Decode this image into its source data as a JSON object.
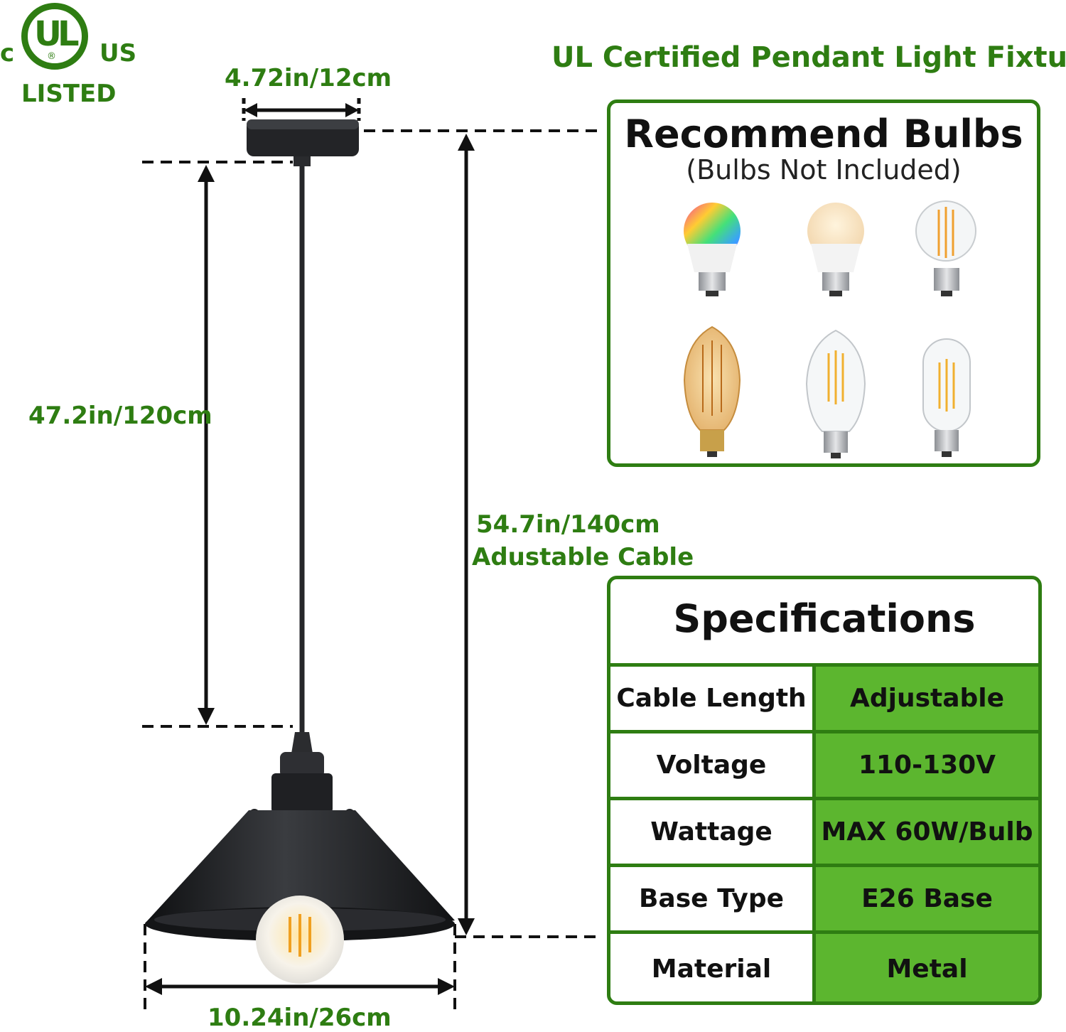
{
  "logo": {
    "left_letter": "c",
    "mark": "UL",
    "right_letters": "US",
    "caption": "LISTED",
    "registered": "®"
  },
  "headline": "UL Certified Pendant Light Fixture",
  "dimensions": {
    "canopy_width": "4.72in/12cm",
    "cable_length": "47.2in/120cm",
    "total_height": "54.7in/140cm",
    "total_height_note": "Adustable Cable",
    "shade_width": "10.24in/26cm"
  },
  "bulbs": {
    "title": "Recommend Bulbs",
    "subtitle": "(Bulbs Not Included)",
    "icons": [
      "rgb-bulb-icon",
      "frosted-bulb-icon",
      "a19-filament-bulb-icon",
      "st64-amber-bulb-icon",
      "st64-clear-bulb-icon",
      "t45-filament-bulb-icon"
    ]
  },
  "specs": {
    "title": "Specifications",
    "rows": [
      {
        "label": "Cable Length",
        "value": "Adjustable"
      },
      {
        "label": "Voltage",
        "value": "110-130V"
      },
      {
        "label": "Wattage",
        "value": "MAX 60W/Bulb"
      },
      {
        "label": "Base Type",
        "value": "E26 Base"
      },
      {
        "label": "Material",
        "value": "Metal"
      }
    ]
  },
  "colors": {
    "accent": "#2e7d12",
    "table_fill": "#5cb62f",
    "fixture": "#1e1f22"
  }
}
